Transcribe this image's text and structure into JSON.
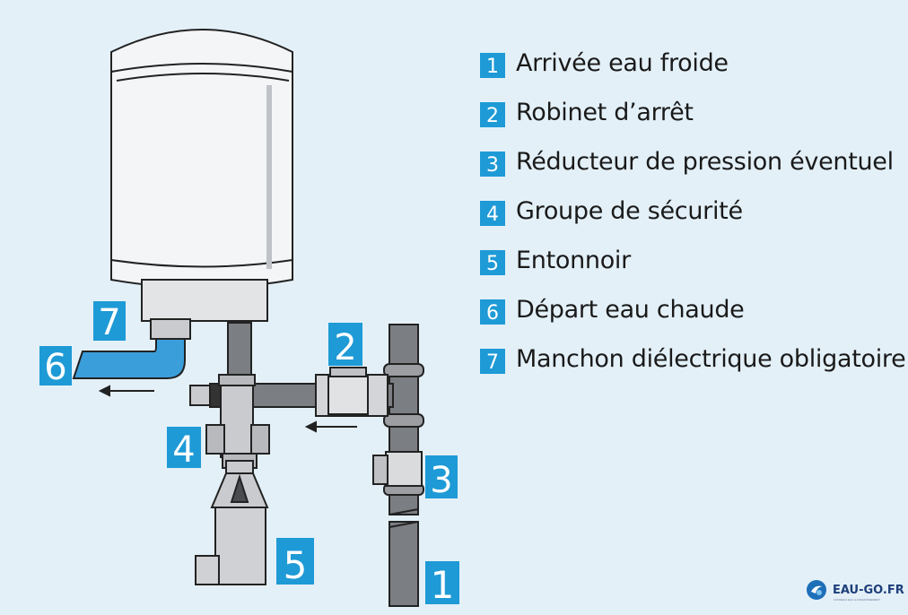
{
  "legend": [
    {
      "num": "1",
      "label": "Arrivée eau froide"
    },
    {
      "num": "2",
      "label": "Robinet d’arrêt"
    },
    {
      "num": "3",
      "label": "Réducteur de pression éventuel"
    },
    {
      "num": "4",
      "label": "Groupe de sécurité"
    },
    {
      "num": "5",
      "label": "Entonnoir"
    },
    {
      "num": "6",
      "label": "Départ eau chaude"
    },
    {
      "num": "7",
      "label": "Manchon diélectrique obligatoire"
    }
  ],
  "callouts": {
    "n1": "1",
    "n2": "2",
    "n3": "3",
    "n4": "4",
    "n5": "5",
    "n6": "6",
    "n7": "7"
  },
  "logo": {
    "name": "EAU-GO.FR",
    "tagline": "CONSEILS EAU & ASSAINISSEMENT"
  },
  "colors": {
    "accent": "#1e9ad6",
    "pipe": "#7b7e82",
    "hot_pipe": "#3a9edb"
  }
}
